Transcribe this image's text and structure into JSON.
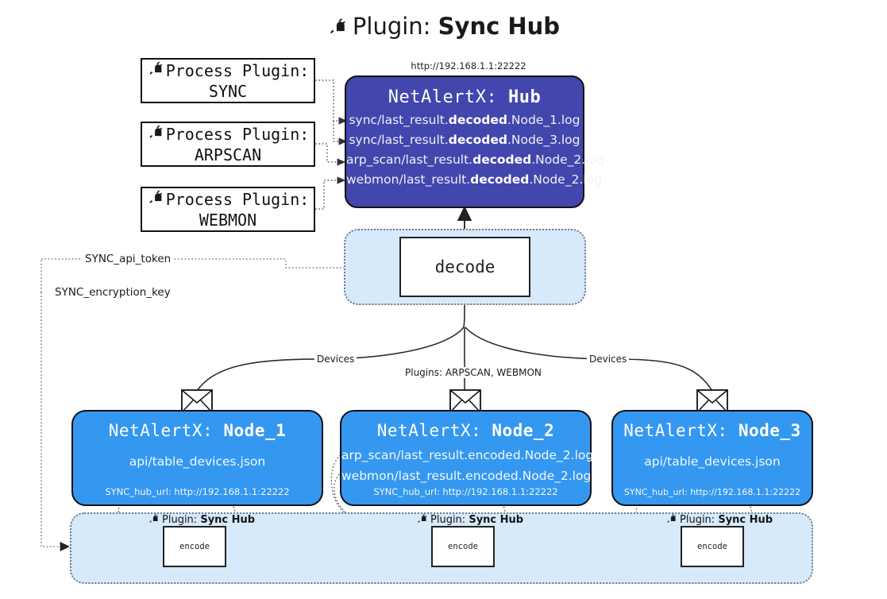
{
  "title": {
    "icon": "plug-icon",
    "prefix": "Plugin:",
    "name": "Sync Hub"
  },
  "hub": {
    "url_label": "http://192.168.1.1:22222",
    "title_prefix": "NetAlertX:",
    "title_name": "Hub",
    "logs": [
      {
        "pre": "sync/last_result.",
        "em": "decoded",
        "post": ".Node_1.log"
      },
      {
        "pre": "sync/last_result.",
        "em": "decoded",
        "post": ".Node_3.log"
      },
      {
        "pre": "arp_scan/last_result.",
        "em": "decoded",
        "post": ".Node_2.log"
      },
      {
        "pre": "webmon/last_result.",
        "em": "decoded",
        "post": ".Node_2.log"
      }
    ]
  },
  "process_plugins": [
    {
      "icon": "plug-icon",
      "line1": "Process Plugin:",
      "line2": "SYNC"
    },
    {
      "icon": "plug-icon",
      "line1": "Process Plugin:",
      "line2": "ARPSCAN"
    },
    {
      "icon": "plug-icon",
      "line1": "Process Plugin:",
      "line2": "WEBMON"
    }
  ],
  "decode": {
    "label": "decode"
  },
  "settings": {
    "api_token": "SYNC_api_token",
    "encryption_key": "SYNC_encryption_key"
  },
  "edge_labels": {
    "devices_left": "Devices",
    "devices_right": "Devices",
    "plugins_middle": "Plugins: ARPSCAN, WEBMON"
  },
  "nodes": [
    {
      "icon": "envelope-icon",
      "title_prefix": "NetAlertX:",
      "title_name": "Node_1",
      "lines": [
        "api/table_devices.json"
      ],
      "hub_url": "SYNC_hub_url: http://192.168.1.1:22222"
    },
    {
      "icon": "envelope-icon",
      "title_prefix": "NetAlertX:",
      "title_name": "Node_2",
      "lines": [
        "arp_scan/last_result.encoded.Node_2.log",
        "webmon/last_result.encoded.Node_2.log"
      ],
      "hub_url": "SYNC_hub_url: http://192.168.1.1:22222"
    },
    {
      "icon": "envelope-icon",
      "title_prefix": "NetAlertX:",
      "title_name": "Node_3",
      "lines": [
        "api/table_devices.json"
      ],
      "hub_url": "SYNC_hub_url: http://192.168.1.1:22222"
    }
  ],
  "encoders": [
    {
      "icon": "plug-icon",
      "caption_prefix": "Plugin:",
      "caption_name": "Sync Hub",
      "label": "encode"
    },
    {
      "icon": "plug-icon",
      "caption_prefix": "Plugin:",
      "caption_name": "Sync Hub",
      "label": "encode"
    },
    {
      "icon": "plug-icon",
      "caption_prefix": "Plugin:",
      "caption_name": "Sync Hub",
      "label": "encode"
    }
  ],
  "colors": {
    "hub_fill": "#4246ad",
    "node_fill": "#3498f0",
    "panel_fill": "#d6eafb",
    "stroke": "#111111"
  }
}
